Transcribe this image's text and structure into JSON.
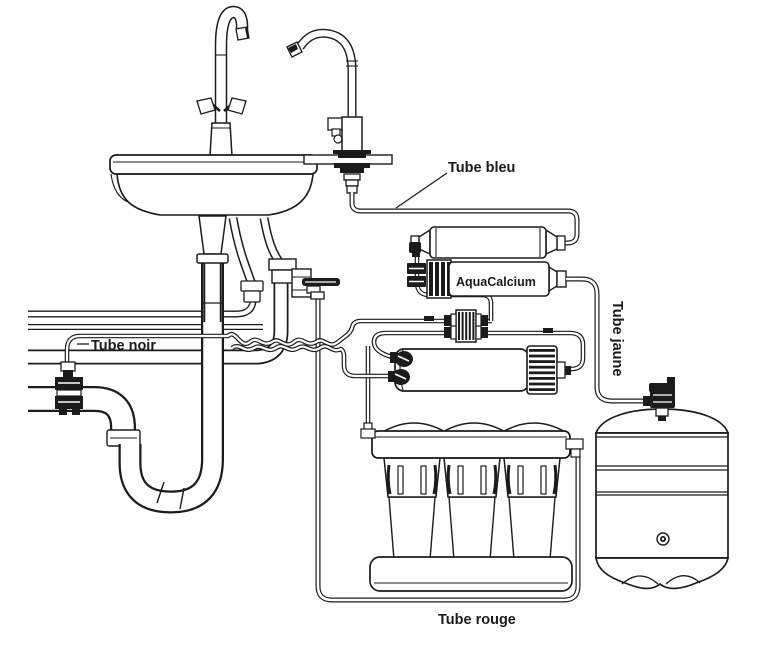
{
  "labels": {
    "tube_bleu": "Tube bleu",
    "tube_noir": "Tube noir",
    "tube_jaune": "Tube jaune",
    "tube_rouge": "Tube rouge",
    "aquacalcium": "AquaCalcium"
  },
  "colors": {
    "line": "#1b1b1b",
    "background": "#ffffff"
  }
}
